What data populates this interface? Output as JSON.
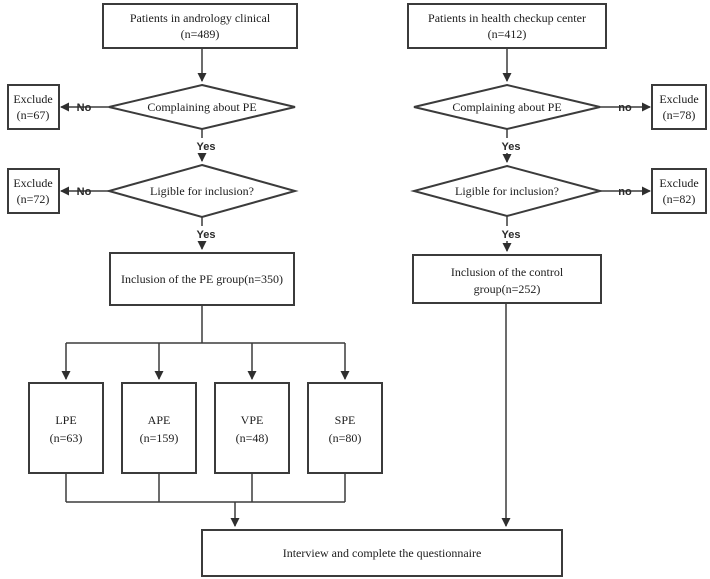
{
  "colors": {
    "line": "#3b3b3b",
    "text": "#1c1c1c",
    "background": "#ffffff"
  },
  "left_branch": {
    "source": {
      "line1": "Patients in andrology clinical",
      "line2": "(n=489)"
    },
    "decision1": {
      "label": "Complaining about PE",
      "no_label": "No",
      "yes_label": "Yes"
    },
    "exclude1": {
      "line1": "Exclude",
      "line2": "(n=67)"
    },
    "decision2": {
      "label": "Ligible for inclusion?",
      "no_label": "No",
      "yes_label": "Yes"
    },
    "exclude2": {
      "line1": "Exclude",
      "line2": "(n=72)"
    },
    "inclusion": {
      "label": "Inclusion of the PE group(n=350)"
    },
    "subgroups": [
      {
        "name": "LPE",
        "count": "(n=63)"
      },
      {
        "name": "APE",
        "count": "(n=159)"
      },
      {
        "name": "VPE",
        "count": "(n=48)"
      },
      {
        "name": "SPE",
        "count": "(n=80)"
      }
    ]
  },
  "right_branch": {
    "source": {
      "line1": "Patients in health checkup center",
      "line2": "(n=412)"
    },
    "decision1": {
      "label": "Complaining about PE",
      "no_label": "no",
      "yes_label": "Yes"
    },
    "exclude1": {
      "line1": "Exclude",
      "line2": "(n=78)"
    },
    "decision2": {
      "label": "Ligible for inclusion?",
      "no_label": "no",
      "yes_label": "Yes"
    },
    "exclude2": {
      "line1": "Exclude",
      "line2": "(n=82)"
    },
    "inclusion": {
      "line1": "Inclusion of the control",
      "line2": "group(n=252)"
    }
  },
  "final_step": {
    "label": "Interview and complete the questionnaire"
  }
}
